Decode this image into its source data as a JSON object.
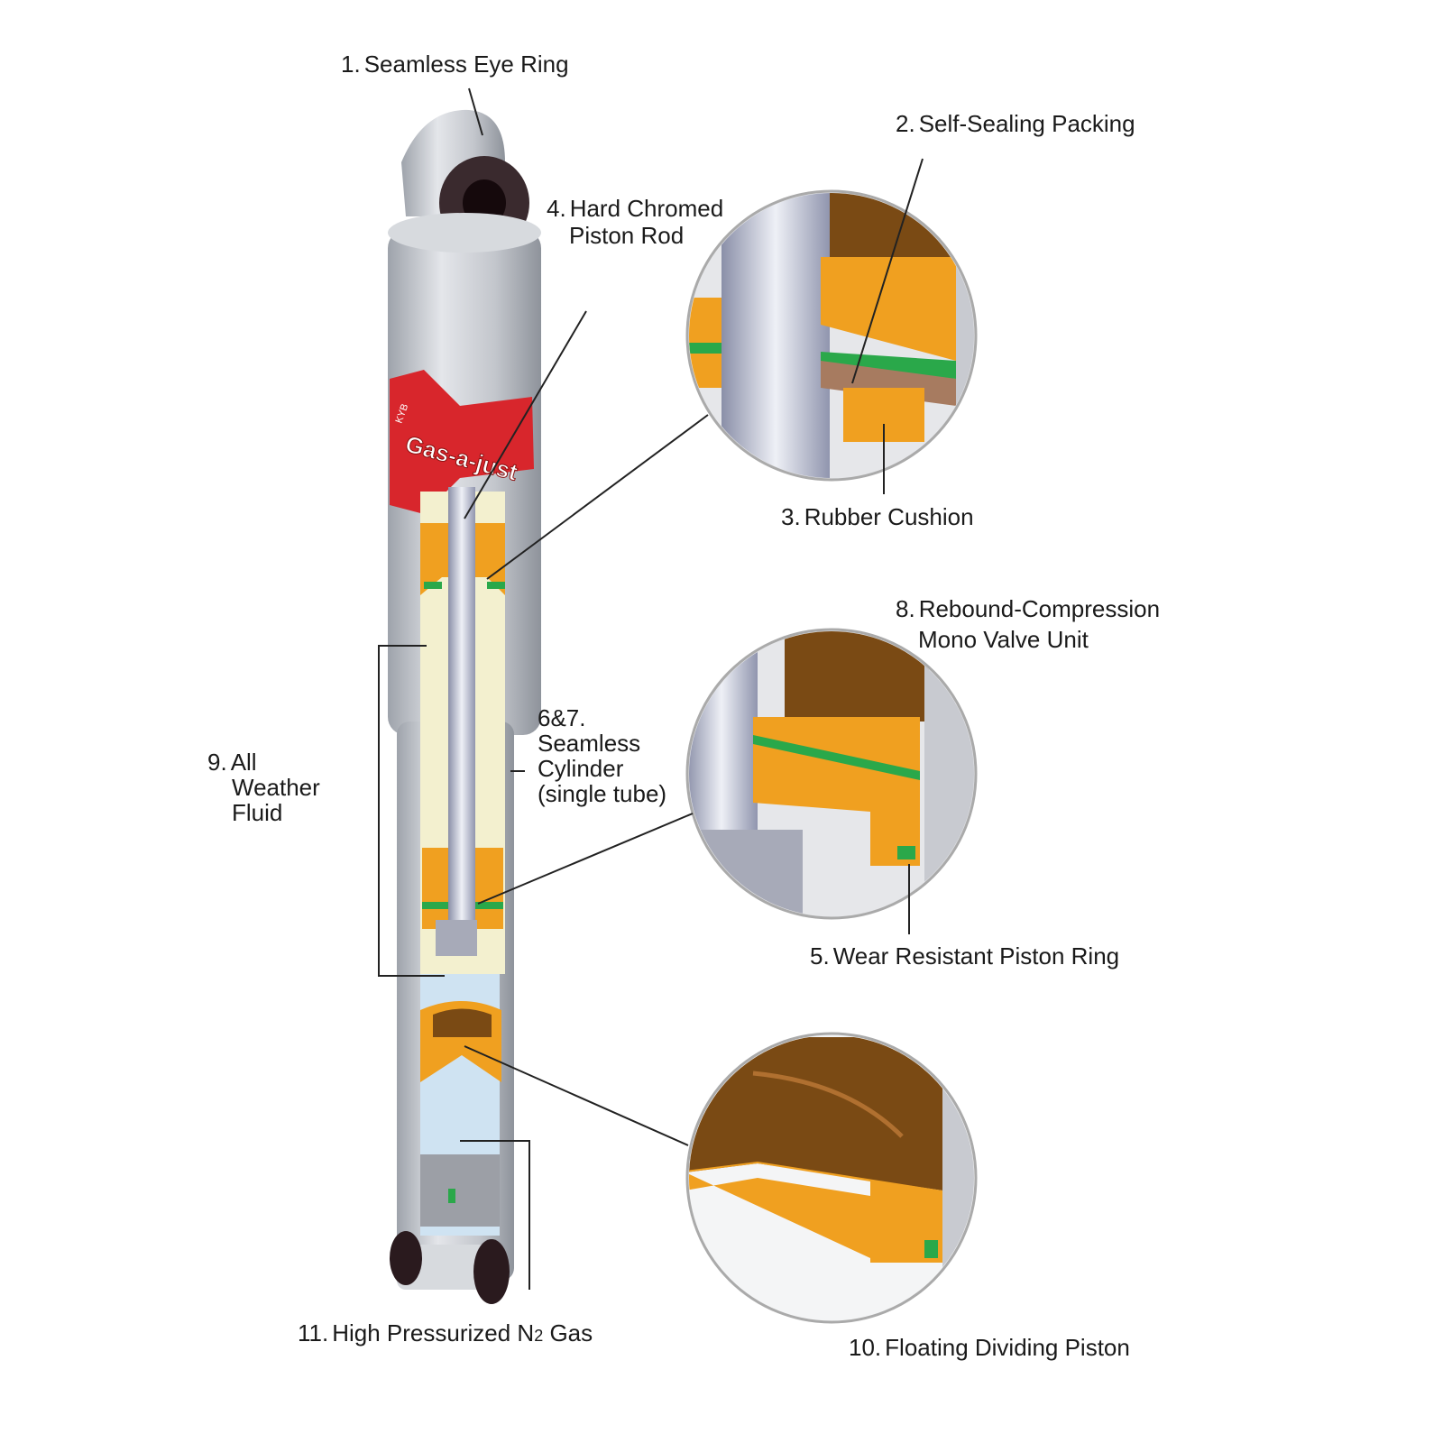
{
  "labels": {
    "l1": {
      "num": "1.",
      "text": "Seamless Eye Ring"
    },
    "l2": {
      "num": "2.",
      "text": "Self-Sealing Packing"
    },
    "l3": {
      "num": "3.",
      "text": "Rubber Cushion"
    },
    "l4": {
      "num": "4.",
      "line1": "Hard Chromed",
      "line2": "Piston Rod"
    },
    "l5": {
      "num": "5.",
      "text": "Wear Resistant Piston Ring"
    },
    "l67": {
      "num": "6&7.",
      "line1": "Seamless",
      "line2": "Cylinder",
      "line3": "(single tube)"
    },
    "l8": {
      "num": "8.",
      "line1": "Rebound-Compression",
      "line2": "Mono Valve Unit"
    },
    "l9": {
      "num": "9.",
      "line1": "All",
      "line2": "Weather",
      "line3": "Fluid"
    },
    "l10": {
      "num": "10.",
      "text": "Floating Dividing Piston"
    },
    "l11": {
      "num": "11.",
      "text": "High Pressurized N",
      "sub": "2",
      "tail": " Gas"
    }
  },
  "logo": {
    "brand": "KYB",
    "product": "Gas-a-just"
  },
  "colors": {
    "body": "#c9ccd2",
    "badge": "#d8262c",
    "foam": "#f0a020",
    "brown": "#7a4a14",
    "seal_green": "#2aa84a",
    "fluid": "#f3f0cf",
    "gas": "#cfe3f2"
  }
}
